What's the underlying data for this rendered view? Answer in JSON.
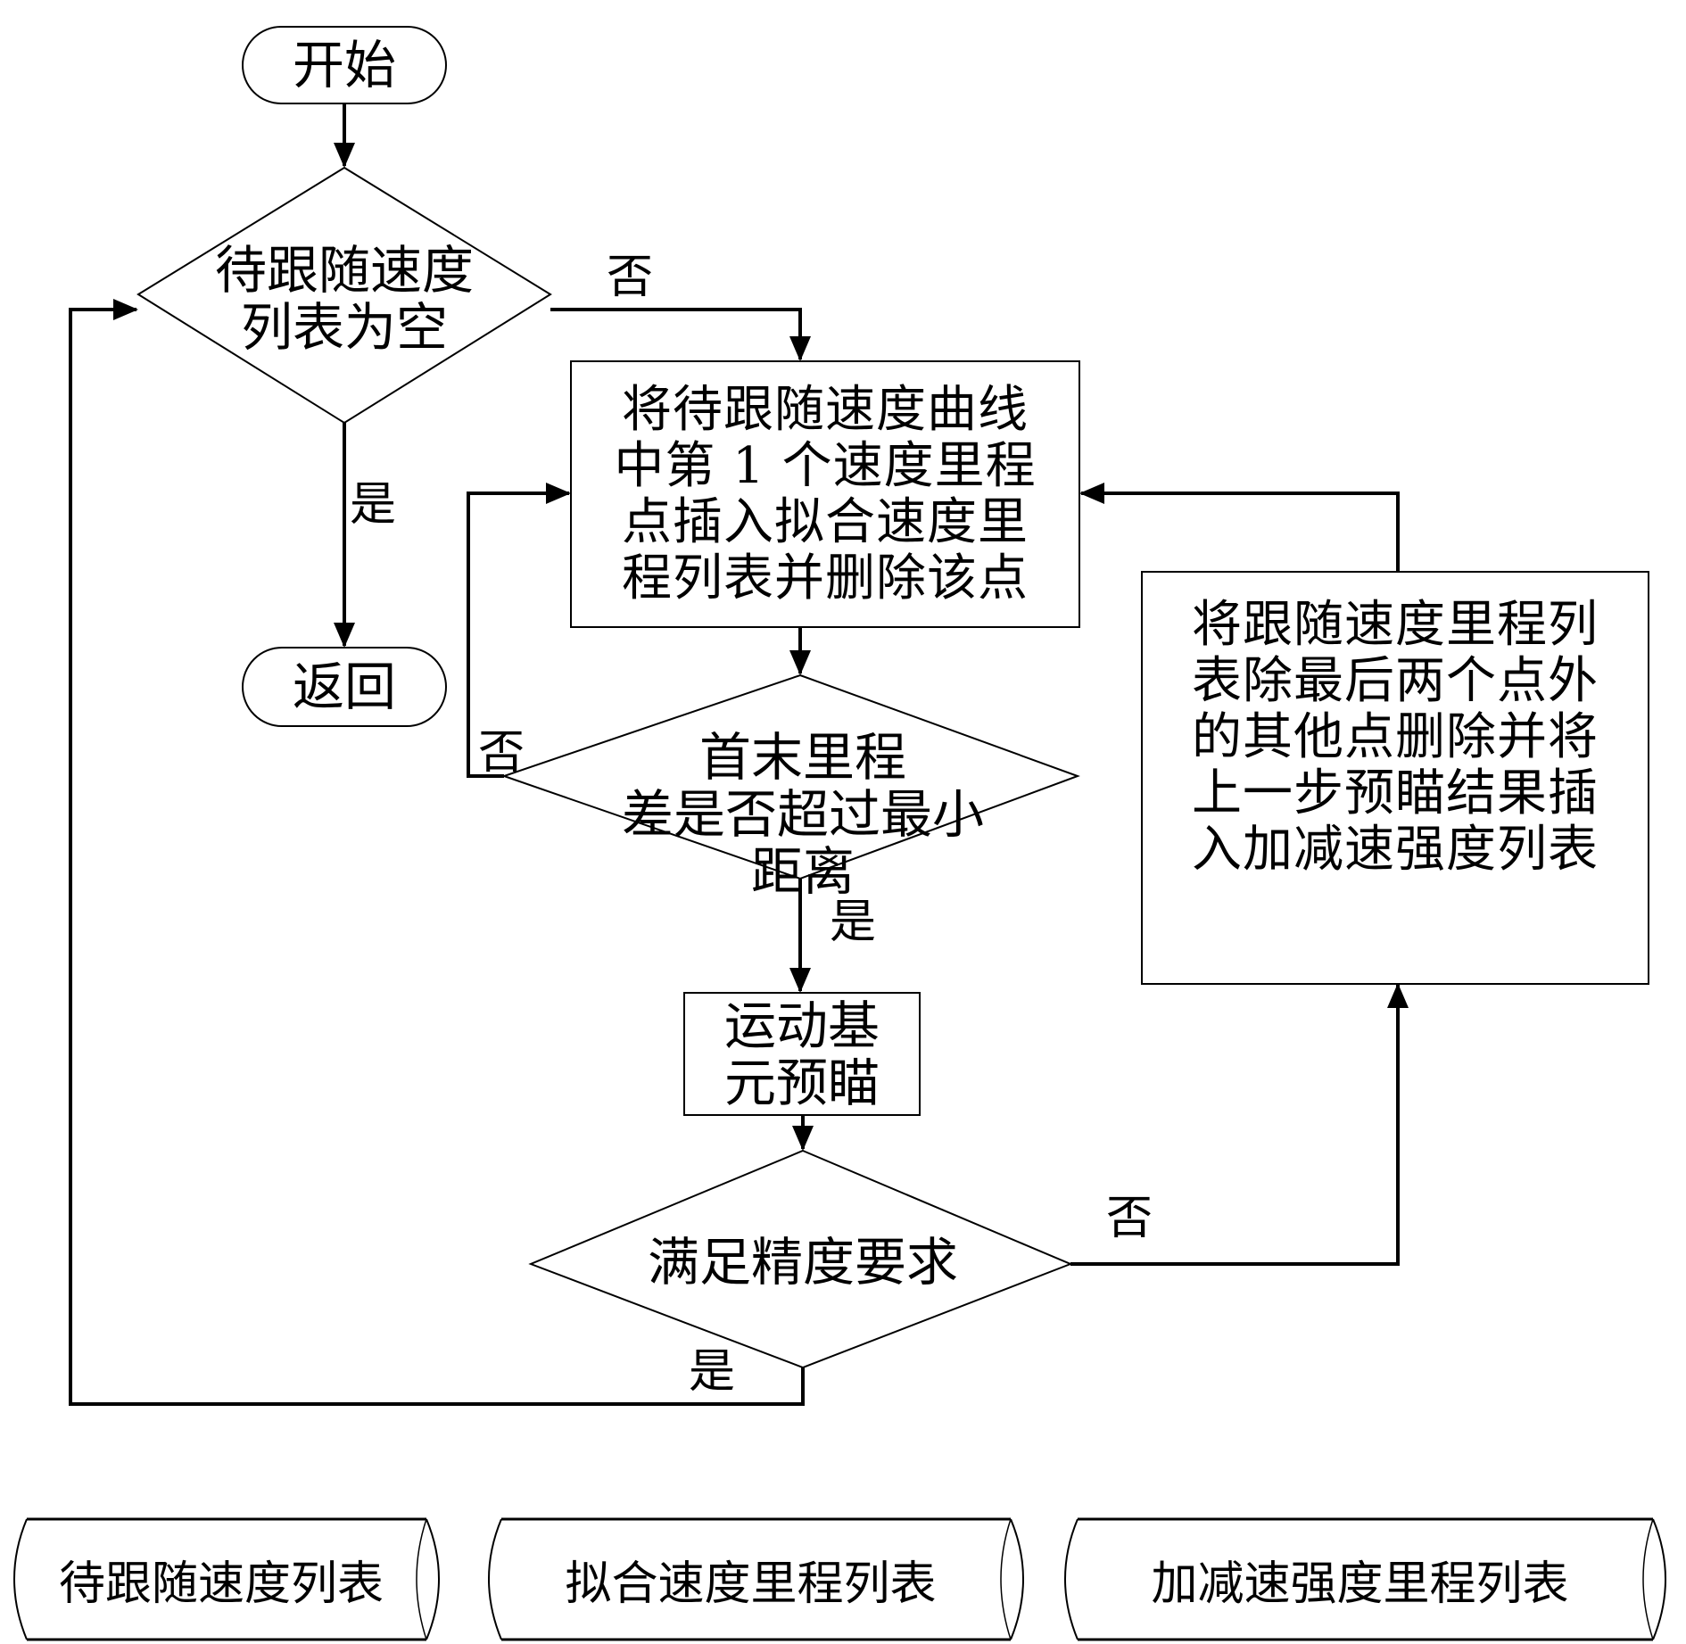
{
  "nodes": {
    "start": {
      "label": "开始"
    },
    "decision_list_empty": {
      "lines": [
        "待跟随速度",
        "列表为空"
      ]
    },
    "return": {
      "label": "返回"
    },
    "process_insert": {
      "lines": [
        "将待跟随速度曲线",
        "中第 1 个速度里程",
        "点插入拟合速度里",
        "程列表并删除该点"
      ]
    },
    "decision_distance": {
      "lines": [
        "首末里程",
        "差是否超过最小",
        "距离"
      ]
    },
    "process_preview": {
      "lines": [
        "运动基",
        "元预瞄"
      ]
    },
    "decision_precision": {
      "label": "满足精度要求"
    },
    "process_update": {
      "lines": [
        "将跟随速度里程列",
        "表除最后两个点外",
        "的其他点删除并将",
        "上一步预瞄结果插",
        "入加减速强度列表"
      ]
    }
  },
  "edge_labels": {
    "list_empty_no": "否",
    "list_empty_yes": "是",
    "distance_no": "否",
    "distance_yes": "是",
    "precision_no": "否",
    "precision_yes": "是"
  },
  "data_stores": [
    {
      "label": "待跟随速度列表"
    },
    {
      "label": "拟合速度里程列表"
    },
    {
      "label": "加减速强度里程列表"
    }
  ],
  "colors": {
    "line": "#000000",
    "background": "#ffffff"
  }
}
